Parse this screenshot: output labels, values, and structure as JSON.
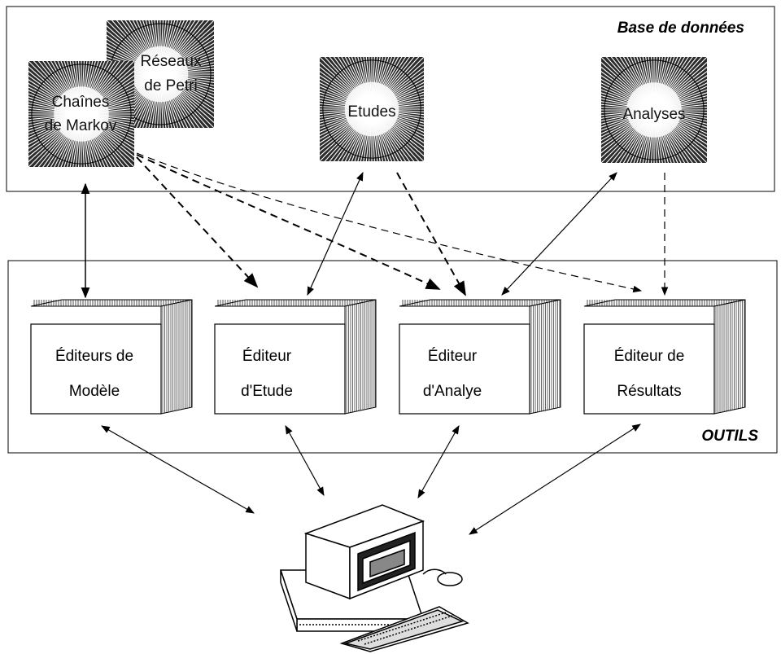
{
  "database": {
    "title": "Base de données",
    "stores": [
      {
        "id": "reseaux",
        "lines": [
          "Réseaux",
          "de Petri"
        ]
      },
      {
        "id": "markov",
        "lines": [
          "Chaînes",
          "de Markov"
        ]
      },
      {
        "id": "etudes",
        "lines": [
          "Etudes"
        ]
      },
      {
        "id": "analyses",
        "lines": [
          "Analyses"
        ]
      }
    ]
  },
  "tools": {
    "title": "OUTILS",
    "editors": [
      {
        "id": "modele",
        "lines": [
          "Éditeurs de",
          "Modèle"
        ]
      },
      {
        "id": "etude",
        "lines": [
          "Éditeur",
          "d'Etude"
        ]
      },
      {
        "id": "analyse",
        "lines": [
          "Éditeur",
          "d'Analye"
        ]
      },
      {
        "id": "resultats",
        "lines": [
          "Éditeur de",
          "Résultats"
        ]
      }
    ]
  },
  "icons": {
    "store": "data-store-icon",
    "workstation": "computer-workstation-icon"
  }
}
